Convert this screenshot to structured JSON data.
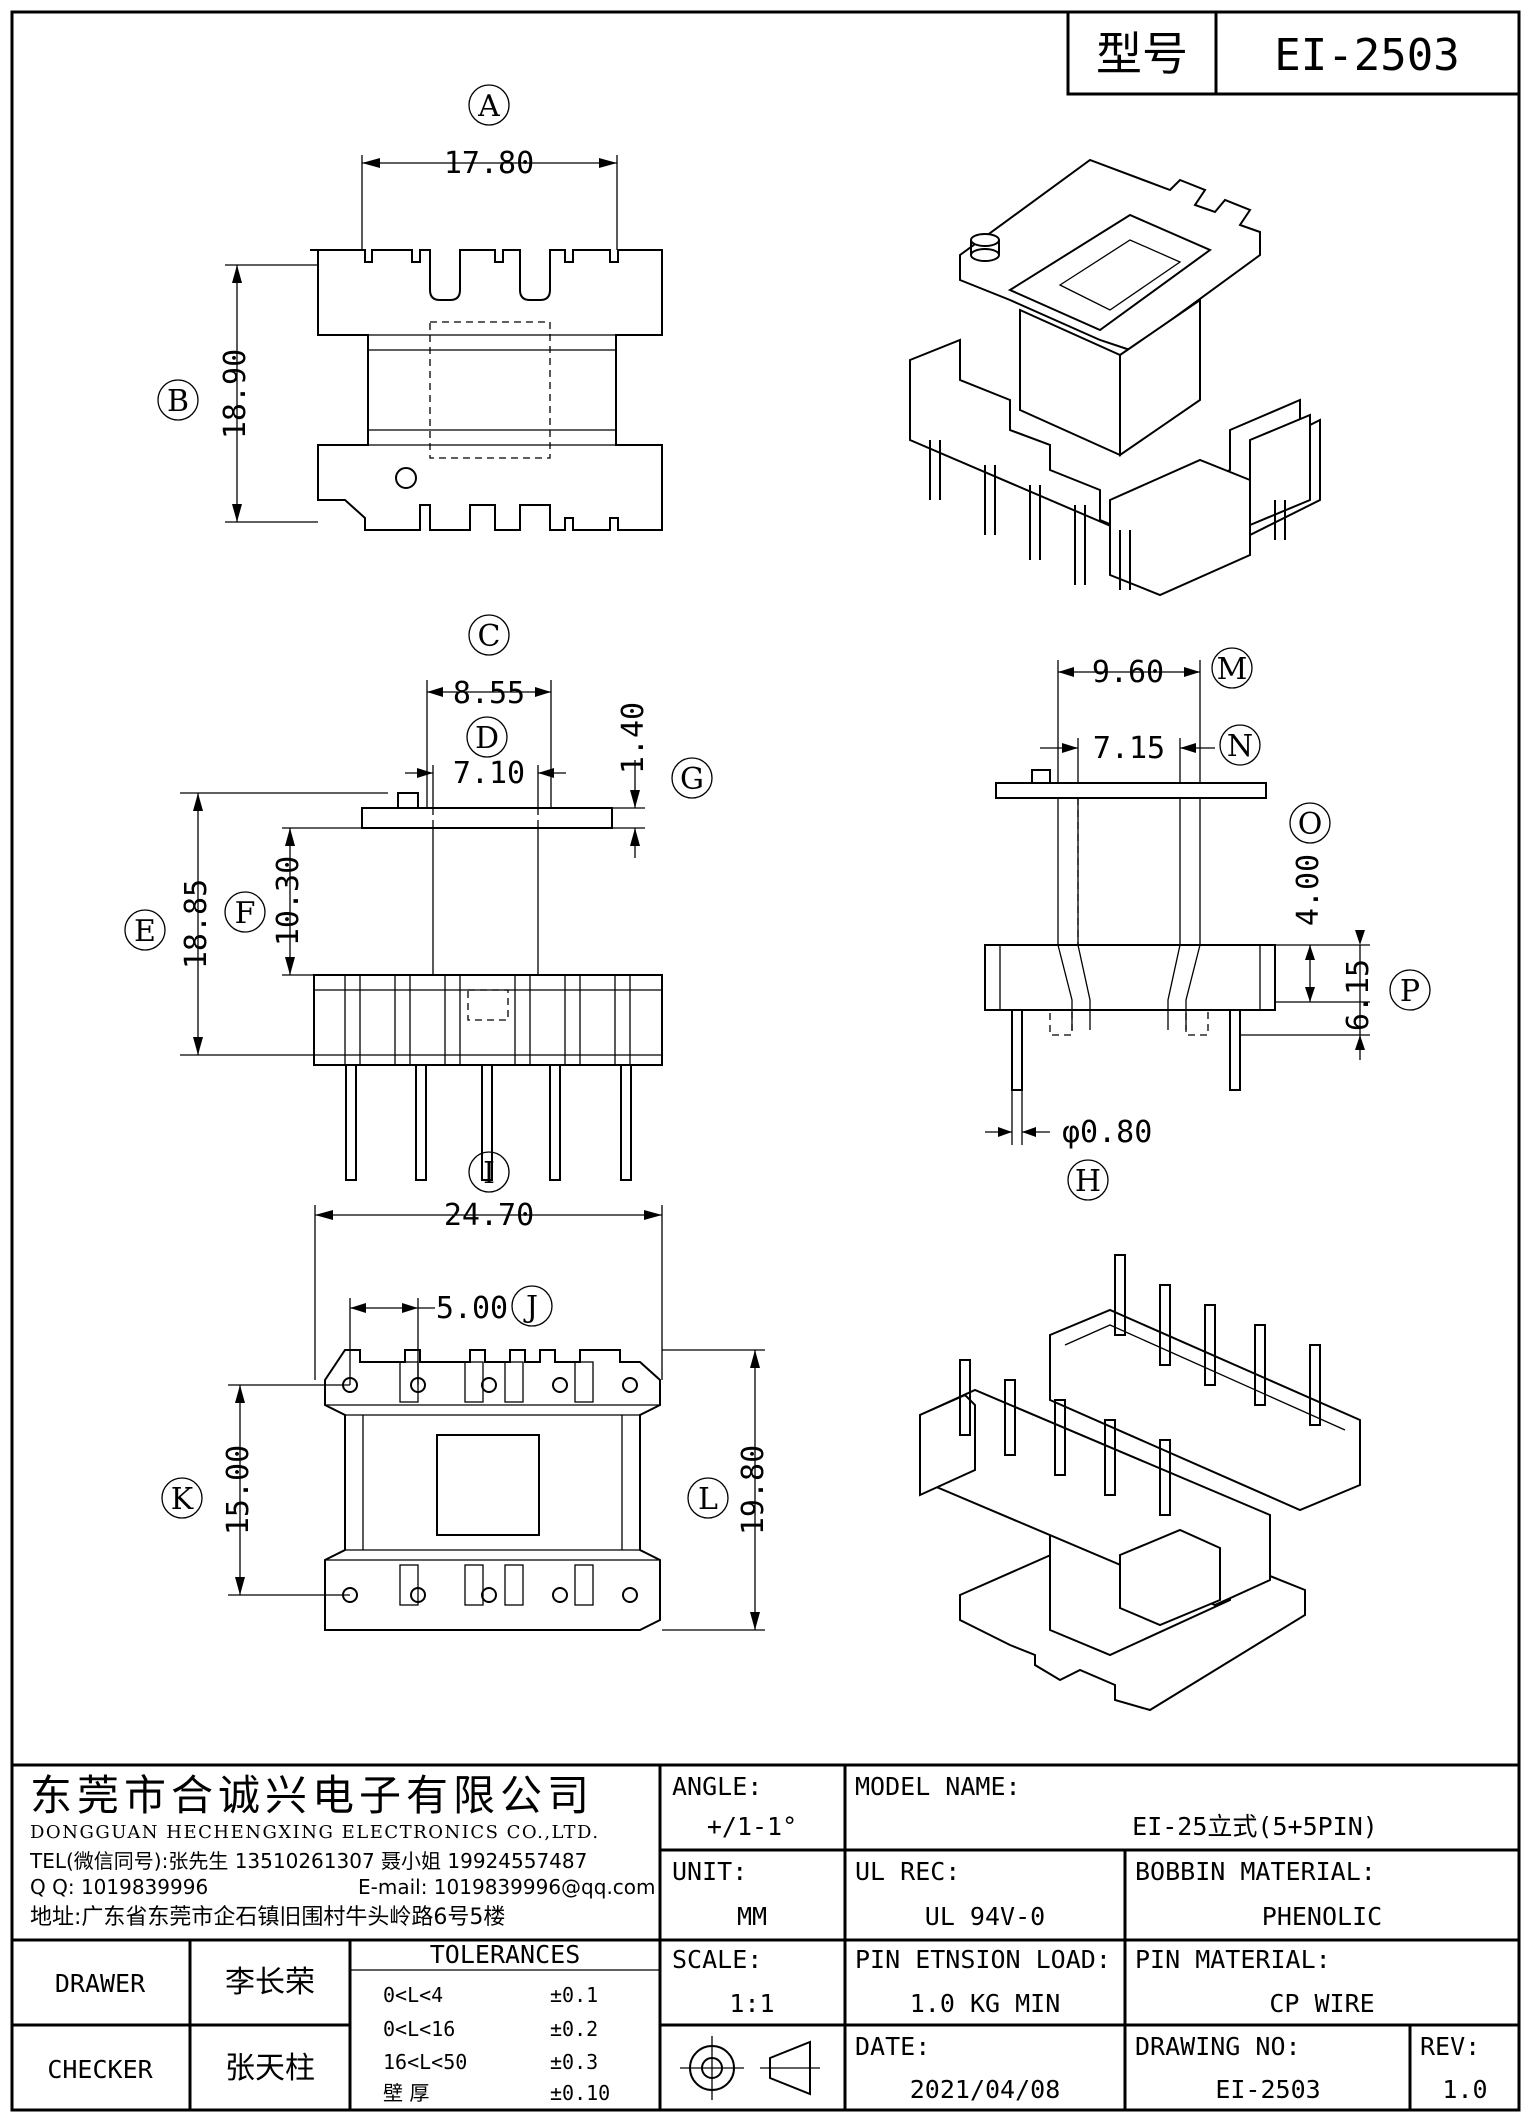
{
  "header": {
    "model_label": "型号",
    "model_value": "EI-2503"
  },
  "dimensions": {
    "A": {
      "circle": "A",
      "value": "17.80"
    },
    "B": {
      "circle": "B",
      "value": "18.90"
    },
    "C": {
      "circle": "C",
      "value": "8.55"
    },
    "D": {
      "circle": "D",
      "value": "7.10"
    },
    "E": {
      "circle": "E",
      "value": "18.85"
    },
    "F": {
      "circle": "F",
      "value": "10.30"
    },
    "G": {
      "circle": "G",
      "value": "1.40"
    },
    "H": {
      "circle": "H",
      "value": "φ0.80"
    },
    "I": {
      "circle": "I",
      "value": "24.70"
    },
    "J": {
      "circle": "J",
      "value": "5.00"
    },
    "K": {
      "circle": "K",
      "value": "15.00"
    },
    "L": {
      "circle": "L",
      "value": "19.80"
    },
    "M": {
      "circle": "M",
      "value": "9.60"
    },
    "N": {
      "circle": "N",
      "value": "7.15"
    },
    "O": {
      "circle": "O",
      "value": "4.00"
    },
    "P": {
      "circle": "P",
      "value": "6.15"
    }
  },
  "company": {
    "name_cn": "东莞市合诚兴电子有限公司",
    "name_en": "DONGGUAN HECHENGXING ELECTRONICS CO.,LTD.",
    "tel": "TEL(微信同号):张先生 13510261307 聂小姐 19924557487",
    "qq": "Q Q: 1019839996",
    "email": "E-mail: 1019839996@qq.com",
    "address": "地址:广东省东莞市企石镇旧围村牛头岭路6号5楼"
  },
  "title_block": {
    "angle_label": "ANGLE:",
    "angle_value": "+/1-1°",
    "unit_label": "UNIT:",
    "unit_value": "MM",
    "scale_label": "SCALE:",
    "scale_value": "1:1",
    "model_name_label": "MODEL NAME:",
    "model_name_value": "EI-25立式(5+5PIN)",
    "ul_rec_label": "UL REC:",
    "ul_rec_value": "UL 94V-0",
    "bobbin_material_label": "BOBBIN MATERIAL:",
    "bobbin_material_value": "PHENOLIC",
    "pin_load_label": "PIN ETNSION LOAD:",
    "pin_load_value": "1.0 KG MIN",
    "pin_material_label": "PIN MATERIAL:",
    "pin_material_value": "CP WIRE",
    "date_label": "DATE:",
    "date_value": "2021/04/08",
    "drawing_no_label": "DRAWING NO:",
    "drawing_no_value": "EI-2503",
    "rev_label": "REV:",
    "rev_value": "1.0",
    "drawer_label": "DRAWER",
    "drawer_value": "李长荣",
    "checker_label": "CHECKER",
    "checker_value": "张天柱",
    "tolerances_label": "TOLERANCES",
    "tolerances": [
      {
        "range": "0<L<4",
        "value": "±0.1"
      },
      {
        "range": "0<L<16",
        "value": "±0.2"
      },
      {
        "range": "16<L<50",
        "value": "±0.3"
      },
      {
        "range": "壁   厚",
        "value": "±0.10"
      }
    ]
  }
}
